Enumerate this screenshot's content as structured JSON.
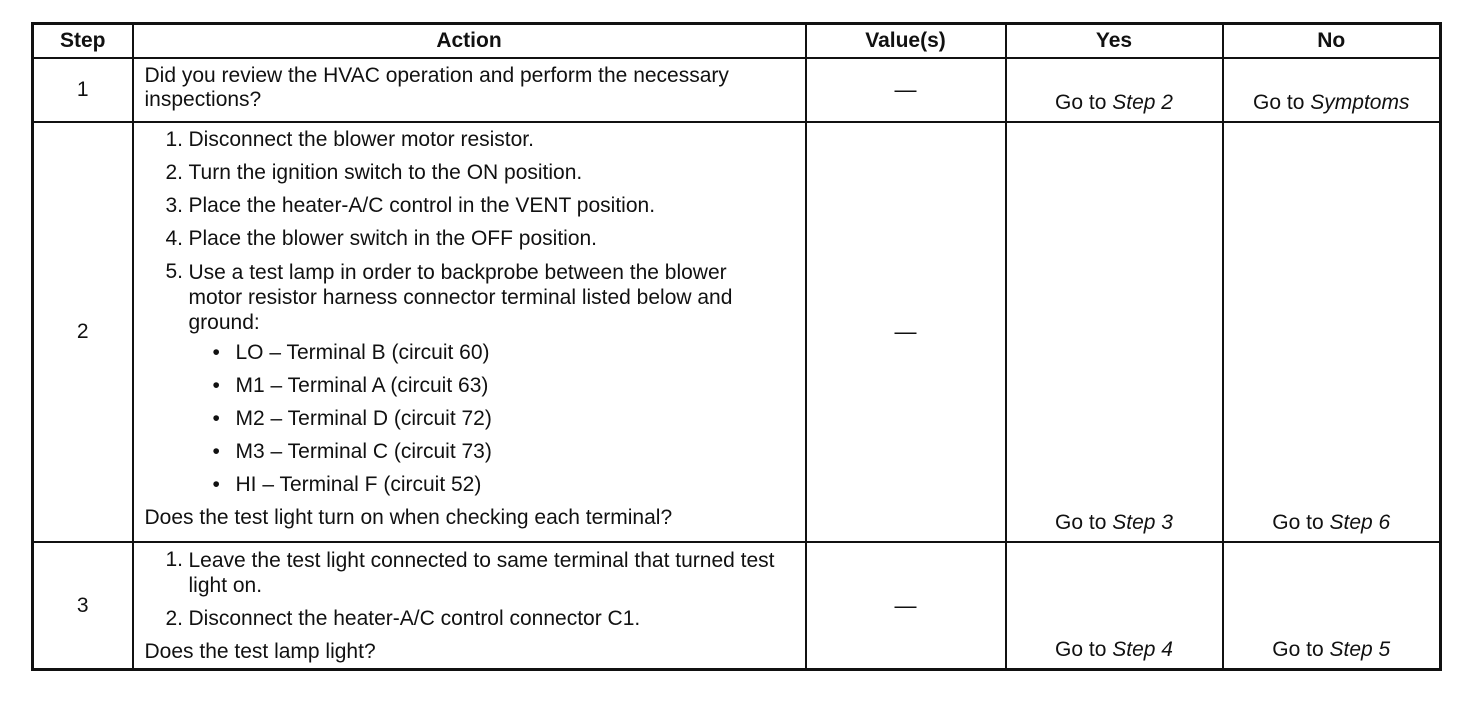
{
  "table": {
    "headers": {
      "step": "Step",
      "action": "Action",
      "values": "Value(s)",
      "yes": "Yes",
      "no": "No"
    },
    "rows": [
      {
        "step": "1",
        "question": "Did you review the HVAC operation and perform the necessary inspections?",
        "value": "—",
        "yes_prefix": "Go to",
        "yes_ref": "Step 2",
        "no_prefix": "Go to",
        "no_ref": "Symptoms"
      },
      {
        "step": "2",
        "items": [
          "Disconnect the blower motor resistor.",
          "Turn the ignition switch to the ON position.",
          "Place the heater-A/C control in the VENT position.",
          "Place the blower switch in the OFF position.",
          "Use a test lamp in order to backprobe between the blower motor resistor harness connector terminal listed below and ground:"
        ],
        "bullets": [
          "LO – Terminal B (circuit 60)",
          "M1 – Terminal A (circuit 63)",
          "M2 – Terminal D (circuit 72)",
          "M3 – Terminal C (circuit 73)",
          "HI – Terminal F (circuit 52)"
        ],
        "question": "Does the test light turn on when checking each terminal?",
        "value": "—",
        "yes_prefix": "Go to",
        "yes_ref": "Step 3",
        "no_prefix": "Go to",
        "no_ref": "Step 6"
      },
      {
        "step": "3",
        "items": [
          "Leave the test light connected to same terminal that turned test light on.",
          "Disconnect the heater-A/C control connector C1."
        ],
        "question": "Does the test lamp light?",
        "value": "—",
        "yes_prefix": "Go to",
        "yes_ref": "Step 4",
        "no_prefix": "Go to",
        "no_ref": "Step 5"
      }
    ]
  }
}
